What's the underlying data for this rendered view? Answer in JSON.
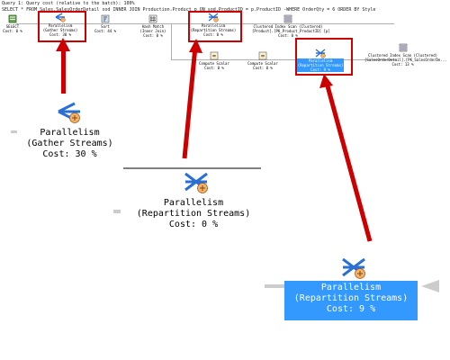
{
  "header": {
    "line1": "Query 1: Query cost (relative to the batch): 100%",
    "line2": "SELECT * FROM Sales.SalesOrderDetail sod INNER JOIN Production.Product p ON sod.ProductID = p.ProductID -WHERE OrderQty = 6 ORDER BY Style"
  },
  "plan": {
    "select": {
      "name": "SELECT",
      "cost": "Cost: 0 %"
    },
    "gather": {
      "name": "Parallelism",
      "sub": "(Gather Streams)",
      "cost": "Cost: 30 %"
    },
    "sort": {
      "name": "Sort",
      "cost": "Cost: 44 %"
    },
    "hash": {
      "name": "Hash Match",
      "sub": "(Inner Join)",
      "cost": "Cost: 0 %"
    },
    "repart1": {
      "name": "Parallelism",
      "sub": "(Repartition Streams)",
      "cost": "Cost: 0 %"
    },
    "ci_scan1": {
      "name": "Clustered Index Scan (Clustered)",
      "sub": "[Product].[PK_Product_ProductID] [p]",
      "cost": "Cost: 0 %"
    },
    "compute1": {
      "name": "Compute Scalar",
      "cost": "Cost: 0 %"
    },
    "compute2": {
      "name": "Compute Scalar",
      "cost": "Cost: 0 %"
    },
    "repart2": {
      "name": "Parallelism",
      "sub": "(Repartition Streams)",
      "cost": "Cost: 9 %"
    },
    "ci_scan2": {
      "name": "Clustered Index Scan (Clustered)",
      "sub": "[SalesOrderDetail].[PK_SalesOrderDe...",
      "cost": "Cost: 13 %"
    }
  },
  "callouts": {
    "gather": {
      "name": "Parallelism",
      "sub": "(Gather Streams)",
      "cost": "Cost: 30 %"
    },
    "repart1": {
      "name": "Parallelism",
      "sub": "(Repartition Streams)",
      "cost": "Cost: 0 %"
    },
    "repart2": {
      "name": "Parallelism",
      "sub": "(Repartition Streams)",
      "cost": "Cost: 9 %"
    }
  },
  "colors": {
    "highlight": "#cc0000",
    "selected": "#3399ff"
  }
}
